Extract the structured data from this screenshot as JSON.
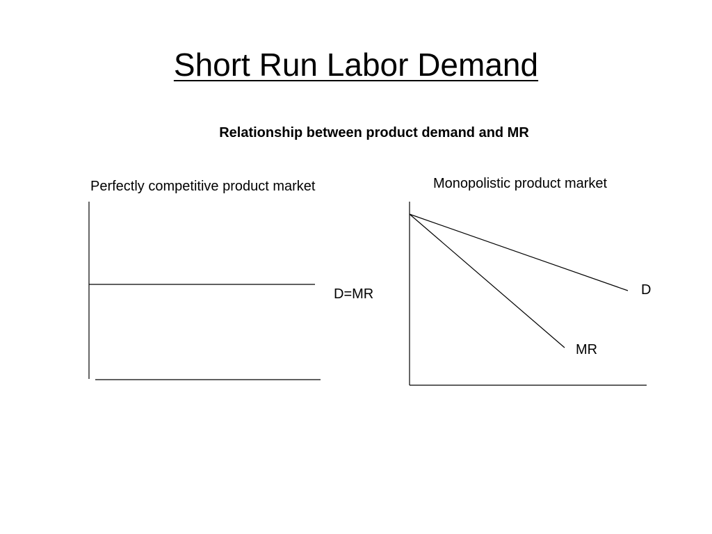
{
  "slide": {
    "title": "Short Run Labor Demand",
    "subtitle": "Relationship between product demand and MR"
  },
  "panels": {
    "competitive": {
      "title": "Perfectly competitive product market",
      "curve_label": "D=MR"
    },
    "monopolistic": {
      "title": "Monopolistic product market",
      "demand_label": "D",
      "mr_label": "MR"
    }
  },
  "colors": {
    "background": "#ffffff",
    "ink": "#000000"
  }
}
